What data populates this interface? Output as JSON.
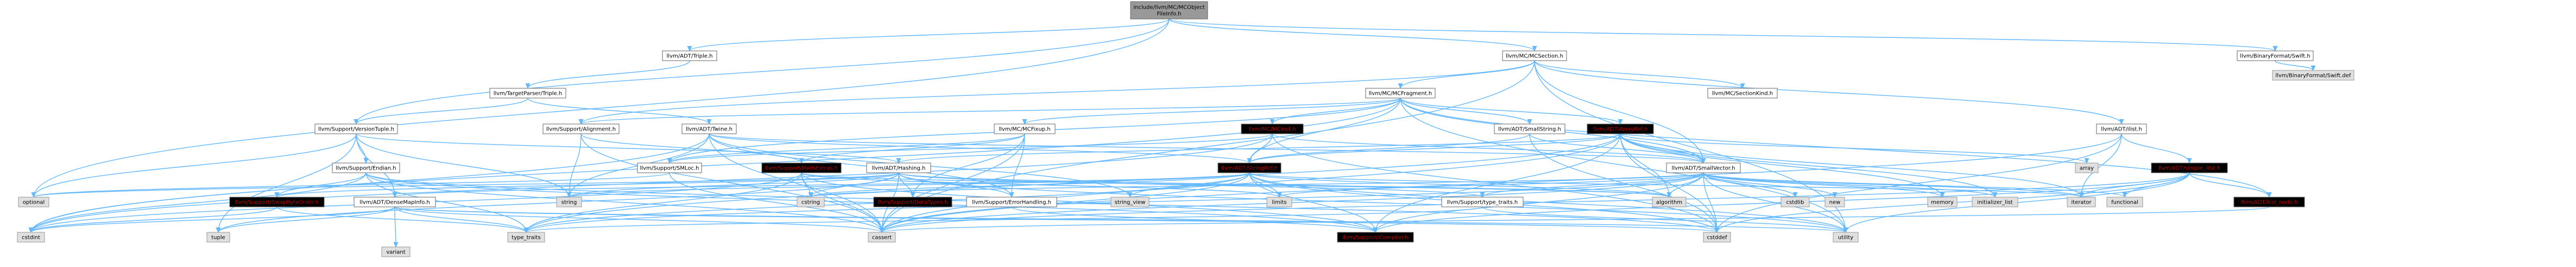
{
  "graph_title": "",
  "colors": {
    "edge": "#63b8ff",
    "root_fill": "#999999",
    "header_fill": "#ffffff",
    "std_fill": "#e0e0e0",
    "highlight_text": "#bf0000"
  },
  "nodes": [
    {
      "id": "root",
      "label": [
        "include/llvm/MC/MCObject",
        "FileInfo.h"
      ],
      "kind": "root"
    },
    {
      "id": "triple",
      "label": [
        "llvm/ADT/Triple.h"
      ],
      "kind": "header"
    },
    {
      "id": "mcsection",
      "label": [
        "llvm/MC/MCSection.h"
      ],
      "kind": "header"
    },
    {
      "id": "binfmt",
      "label": [
        "llvm/BinaryFormat/Swift.h"
      ],
      "kind": "header"
    },
    {
      "id": "swiftdef",
      "label": [
        "llvm/BinaryFormat/Swift.def"
      ],
      "kind": "std"
    },
    {
      "id": "tptriple",
      "label": [
        "llvm/TargetParser/Triple.h"
      ],
      "kind": "header"
    },
    {
      "id": "mcfragment",
      "label": [
        "llvm/MC/MCFragment.h"
      ],
      "kind": "header"
    },
    {
      "id": "sectionkind",
      "label": [
        "llvm/MC/SectionKind.h"
      ],
      "kind": "header"
    },
    {
      "id": "ilist",
      "label": [
        "llvm/ADT/ilist.h"
      ],
      "kind": "header"
    },
    {
      "id": "versiontuple",
      "label": [
        "llvm/Support/VersionTuple.h"
      ],
      "kind": "header"
    },
    {
      "id": "alignment",
      "label": [
        "llvm/Support/Alignment.h"
      ],
      "kind": "header"
    },
    {
      "id": "twine",
      "label": [
        "llvm/ADT/Twine.h"
      ],
      "kind": "header"
    },
    {
      "id": "mcfixup",
      "label": [
        "llvm/MC/MCFixup.h"
      ],
      "kind": "header"
    },
    {
      "id": "mcinst",
      "label": [
        "llvm/MC/MCInst.h"
      ],
      "kind": "red"
    },
    {
      "id": "smallstring",
      "label": [
        "llvm/ADT/SmallString.h"
      ],
      "kind": "header"
    },
    {
      "id": "arrayref",
      "label": [
        "llvm/ADT/ArrayRef.h"
      ],
      "kind": "red"
    },
    {
      "id": "array",
      "label": [
        "array"
      ],
      "kind": "std"
    },
    {
      "id": "simpleilist",
      "label": [
        "llvm/ADT/simple_ilist.h"
      ],
      "kind": "red"
    },
    {
      "id": "endian",
      "label": [
        "llvm/Support/Endian.h"
      ],
      "kind": "header"
    },
    {
      "id": "smloc",
      "label": [
        "llvm/Support/SMLoc.h"
      ],
      "kind": "header"
    },
    {
      "id": "mathextras",
      "label": [
        "llvm/Support/MathExtras.h"
      ],
      "kind": "red"
    },
    {
      "id": "hashing",
      "label": [
        "llvm/ADT/Hashing.h"
      ],
      "kind": "header"
    },
    {
      "id": "stringref",
      "label": [
        "llvm/ADT/StringRef.h"
      ],
      "kind": "red"
    },
    {
      "id": "smallvector",
      "label": [
        "llvm/ADT/SmallVector.h"
      ],
      "kind": "header"
    },
    {
      "id": "optional",
      "label": [
        "optional"
      ],
      "kind": "std"
    },
    {
      "id": "swapbyteorder",
      "label": [
        "llvm/Support/SwapByteOrder.h"
      ],
      "kind": "red"
    },
    {
      "id": "densemapinfo",
      "label": [
        "llvm/ADT/DenseMapInfo.h"
      ],
      "kind": "header"
    },
    {
      "id": "string",
      "label": [
        "string"
      ],
      "kind": "std"
    },
    {
      "id": "cstring",
      "label": [
        "cstring"
      ],
      "kind": "std"
    },
    {
      "id": "datatypes",
      "label": [
        "llvm/Support/DataTypes.h"
      ],
      "kind": "red"
    },
    {
      "id": "errorhandling",
      "label": [
        "llvm/Support/ErrorHandling.h"
      ],
      "kind": "header"
    },
    {
      "id": "stringview",
      "label": [
        "string_view"
      ],
      "kind": "std"
    },
    {
      "id": "limits",
      "label": [
        "limits"
      ],
      "kind": "std"
    },
    {
      "id": "typetraitsh",
      "label": [
        "llvm/Support/type_traits.h"
      ],
      "kind": "header"
    },
    {
      "id": "algorithm",
      "label": [
        "algorithm"
      ],
      "kind": "std"
    },
    {
      "id": "cstdlib",
      "label": [
        "cstdlib"
      ],
      "kind": "std"
    },
    {
      "id": "new",
      "label": [
        "new"
      ],
      "kind": "std"
    },
    {
      "id": "memory",
      "label": [
        "memory"
      ],
      "kind": "std"
    },
    {
      "id": "initlist",
      "label": [
        "initializer_list"
      ],
      "kind": "std"
    },
    {
      "id": "iterator",
      "label": [
        "iterator"
      ],
      "kind": "std"
    },
    {
      "id": "functional",
      "label": [
        "functional"
      ],
      "kind": "std"
    },
    {
      "id": "ilistnode",
      "label": [
        "llvm/ADT/ilist_node.h"
      ],
      "kind": "red"
    },
    {
      "id": "cstdint",
      "label": [
        "cstdint"
      ],
      "kind": "std"
    },
    {
      "id": "tuple",
      "label": [
        "tuple"
      ],
      "kind": "std"
    },
    {
      "id": "variant",
      "label": [
        "variant"
      ],
      "kind": "std"
    },
    {
      "id": "typetraits",
      "label": [
        "type_traits"
      ],
      "kind": "std"
    },
    {
      "id": "cassert",
      "label": [
        "cassert"
      ],
      "kind": "std"
    },
    {
      "id": "compiler",
      "label": [
        "llvm/Support/Compiler.h"
      ],
      "kind": "red"
    },
    {
      "id": "cstddef",
      "label": [
        "cstddef"
      ],
      "kind": "std"
    },
    {
      "id": "utility",
      "label": [
        "utility"
      ],
      "kind": "std"
    }
  ],
  "edges": [
    [
      "root",
      "triple"
    ],
    [
      "root",
      "mcsection"
    ],
    [
      "root",
      "binfmt"
    ],
    [
      "root",
      "optional"
    ],
    [
      "root",
      "versiontuple"
    ],
    [
      "binfmt",
      "swiftdef"
    ],
    [
      "triple",
      "tptriple"
    ],
    [
      "tptriple",
      "twine"
    ],
    [
      "tptriple",
      "versiontuple"
    ],
    [
      "mcsection",
      "mcfragment"
    ],
    [
      "mcsection",
      "sectionkind"
    ],
    [
      "mcsection",
      "ilist"
    ],
    [
      "mcsection",
      "alignment"
    ],
    [
      "mcsection",
      "smallvector"
    ],
    [
      "mcsection",
      "cassert"
    ],
    [
      "mcsection",
      "utility"
    ],
    [
      "mcfragment",
      "mcfixup"
    ],
    [
      "mcfragment",
      "mcinst"
    ],
    [
      "mcfragment",
      "smallstring"
    ],
    [
      "mcfragment",
      "arrayref"
    ],
    [
      "mcfragment",
      "smallvector"
    ],
    [
      "mcfragment",
      "stringref"
    ],
    [
      "mcfragment",
      "alignment"
    ],
    [
      "mcfragment",
      "smloc"
    ],
    [
      "mcfragment",
      "ilistnode"
    ],
    [
      "mcfragment",
      "cstdint"
    ],
    [
      "mcfragment",
      "utility"
    ],
    [
      "ilist",
      "simpleilist"
    ],
    [
      "ilist",
      "cassert"
    ],
    [
      "ilist",
      "cstddef"
    ],
    [
      "ilist",
      "iterator"
    ],
    [
      "simpleilist",
      "ilistnode"
    ],
    [
      "simpleilist",
      "iterator"
    ],
    [
      "simpleilist",
      "functional"
    ],
    [
      "simpleilist",
      "cassert"
    ],
    [
      "simpleilist",
      "cstddef"
    ],
    [
      "simpleilist",
      "utility"
    ],
    [
      "simpleilist",
      "compiler"
    ],
    [
      "versiontuple",
      "hashing"
    ],
    [
      "versiontuple",
      "endian"
    ],
    [
      "versiontuple",
      "optional"
    ],
    [
      "versiontuple",
      "string"
    ],
    [
      "versiontuple",
      "tuple"
    ],
    [
      "versiontuple",
      "densemapinfo"
    ],
    [
      "endian",
      "swapbyteorder"
    ],
    [
      "endian",
      "cassert"
    ],
    [
      "endian",
      "cstddef"
    ],
    [
      "endian",
      "cstdint"
    ],
    [
      "endian",
      "typetraits"
    ],
    [
      "endian",
      "compiler"
    ],
    [
      "alignment",
      "mathextras"
    ],
    [
      "alignment",
      "string"
    ],
    [
      "alignment",
      "cassert"
    ],
    [
      "twine",
      "smallvector"
    ],
    [
      "twine",
      "stringref"
    ],
    [
      "twine",
      "errorhandling"
    ],
    [
      "twine",
      "cassert"
    ],
    [
      "twine",
      "cstdint"
    ],
    [
      "twine",
      "string"
    ],
    [
      "twine",
      "stringview"
    ],
    [
      "mcfixup",
      "smloc"
    ],
    [
      "mcfixup",
      "mathextras"
    ],
    [
      "mcfixup",
      "datatypes"
    ],
    [
      "mcfixup",
      "errorhandling"
    ],
    [
      "mcfixup",
      "cassert"
    ],
    [
      "mcinst",
      "smallvector"
    ],
    [
      "mcinst",
      "stringref"
    ],
    [
      "mcinst",
      "smloc"
    ],
    [
      "mcinst",
      "cstddef"
    ],
    [
      "mcinst",
      "cstdint"
    ],
    [
      "smallstring",
      "smallvector"
    ],
    [
      "smallstring",
      "stringref"
    ],
    [
      "smallstring",
      "cstddef"
    ],
    [
      "arrayref",
      "hashing"
    ],
    [
      "arrayref",
      "smallvector"
    ],
    [
      "arrayref",
      "stringref"
    ],
    [
      "arrayref",
      "compiler"
    ],
    [
      "arrayref",
      "algorithm"
    ],
    [
      "arrayref",
      "array"
    ],
    [
      "arrayref",
      "cassert"
    ],
    [
      "arrayref",
      "cstddef"
    ],
    [
      "arrayref",
      "initlist"
    ],
    [
      "arrayref",
      "iterator"
    ],
    [
      "arrayref",
      "memory"
    ],
    [
      "arrayref",
      "typetraits"
    ],
    [
      "arrayref",
      "vector"
    ],
    [
      "smloc",
      "cassert"
    ],
    [
      "smloc",
      "optional"
    ],
    [
      "mathextras",
      "compiler"
    ],
    [
      "mathextras",
      "algorithm"
    ],
    [
      "mathextras",
      "cassert"
    ],
    [
      "mathextras",
      "climits"
    ],
    [
      "mathextras",
      "cstdint"
    ],
    [
      "mathextras",
      "cstring"
    ],
    [
      "mathextras",
      "limits"
    ],
    [
      "mathextras",
      "typetraits"
    ],
    [
      "hashing",
      "errorhandling"
    ],
    [
      "hashing",
      "swapbyteorder"
    ],
    [
      "hashing",
      "typetraitsh"
    ],
    [
      "hashing",
      "algorithm"
    ],
    [
      "hashing",
      "cassert"
    ],
    [
      "hashing",
      "cstring"
    ],
    [
      "hashing",
      "optional"
    ],
    [
      "hashing",
      "string"
    ],
    [
      "hashing",
      "tuple"
    ],
    [
      "hashing",
      "utility"
    ],
    [
      "hashing",
      "datatypes"
    ],
    [
      "stringref",
      "densemapinfo"
    ],
    [
      "stringref",
      "compiler"
    ],
    [
      "stringref",
      "algorithm"
    ],
    [
      "stringref",
      "cassert"
    ],
    [
      "stringref",
      "cstddef"
    ],
    [
      "stringref",
      "cstring"
    ],
    [
      "stringref",
      "iterator"
    ],
    [
      "stringref",
      "limits"
    ],
    [
      "stringref",
      "string"
    ],
    [
      "stringref",
      "stringview"
    ],
    [
      "stringref",
      "typetraits"
    ],
    [
      "stringref",
      "utility"
    ],
    [
      "smallvector",
      "compiler"
    ],
    [
      "smallvector",
      "typetraitsh"
    ],
    [
      "smallvector",
      "algorithm"
    ],
    [
      "smallvector",
      "cassert"
    ],
    [
      "smallvector",
      "cstddef"
    ],
    [
      "smallvector",
      "cstdlib"
    ],
    [
      "smallvector",
      "cstring"
    ],
    [
      "smallvector",
      "functional"
    ],
    [
      "smallvector",
      "initlist"
    ],
    [
      "smallvector",
      "iterator"
    ],
    [
      "smallvector",
      "limits"
    ],
    [
      "smallvector",
      "memory"
    ],
    [
      "smallvector",
      "new"
    ],
    [
      "smallvector",
      "typetraits"
    ],
    [
      "smallvector",
      "utility"
    ],
    [
      "swapbyteorder",
      "cstdint"
    ],
    [
      "swapbyteorder",
      "typetraits"
    ],
    [
      "densemapinfo",
      "cassert"
    ],
    [
      "densemapinfo",
      "cstddef"
    ],
    [
      "densemapinfo",
      "cstdint"
    ],
    [
      "densemapinfo",
      "tuple"
    ],
    [
      "densemapinfo",
      "typetraits"
    ],
    [
      "densemapinfo",
      "utility"
    ],
    [
      "densemapinfo",
      "variant"
    ],
    [
      "errorhandling",
      "compiler"
    ],
    [
      "typetraitsh",
      "typetraits"
    ],
    [
      "typetraitsh",
      "utility"
    ],
    [
      "ilistnode",
      "cassert"
    ]
  ]
}
